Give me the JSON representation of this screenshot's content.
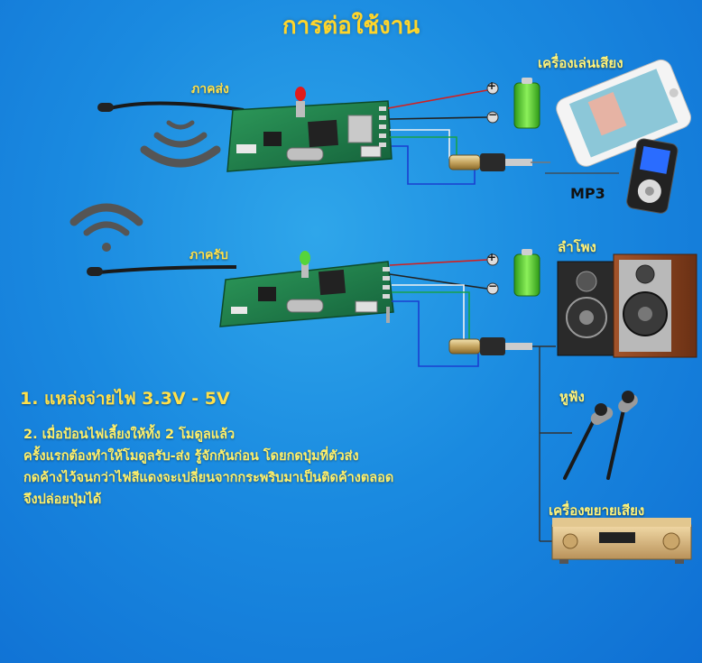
{
  "title": "การต่อใช้งาน",
  "transmitter_label": "ภาคส่ง",
  "receiver_label": "ภาครับ",
  "plus_symbol": "+",
  "minus_symbol": "−",
  "devices": {
    "player": "เครื่องเล่นเสียง",
    "mp3": "MP3",
    "speaker": "ลำโพง",
    "earphone": "หูฟัง",
    "amplifier": "เครื่องขยายเสียง"
  },
  "notes": {
    "power": "1. แหล่งจ่ายไฟ 3.3V - 5V",
    "lines": [
      "2. เมื่อป้อนไฟเลี้ยงให้ทั้ง 2 โมดูลแล้ว",
      "ครั้งแรกต้องทำให้โมดูลรับ-ส่ง รู้จักกันก่อน โดยกดปุ่มที่ตัวส่ง",
      "กดค้างไว้จนกว่าไฟสีแดงจะเปลี่ยนจากกระพริบมาเป็นติดค้างตลอด",
      "จึงปล่อยปุ่มได้"
    ]
  },
  "colors": {
    "title": "#ffd52a",
    "label": "#ffe04a",
    "pcb": "#1f7a45",
    "wire_red": "#d22020",
    "wire_black": "#222222",
    "wire_green": "#19a24a",
    "wire_blue": "#1a3fd0",
    "wire_white": "#f2f2f2",
    "tx_led": "#e21b1b",
    "rx_led": "#56d43a",
    "battery": "#5bcf2e"
  }
}
